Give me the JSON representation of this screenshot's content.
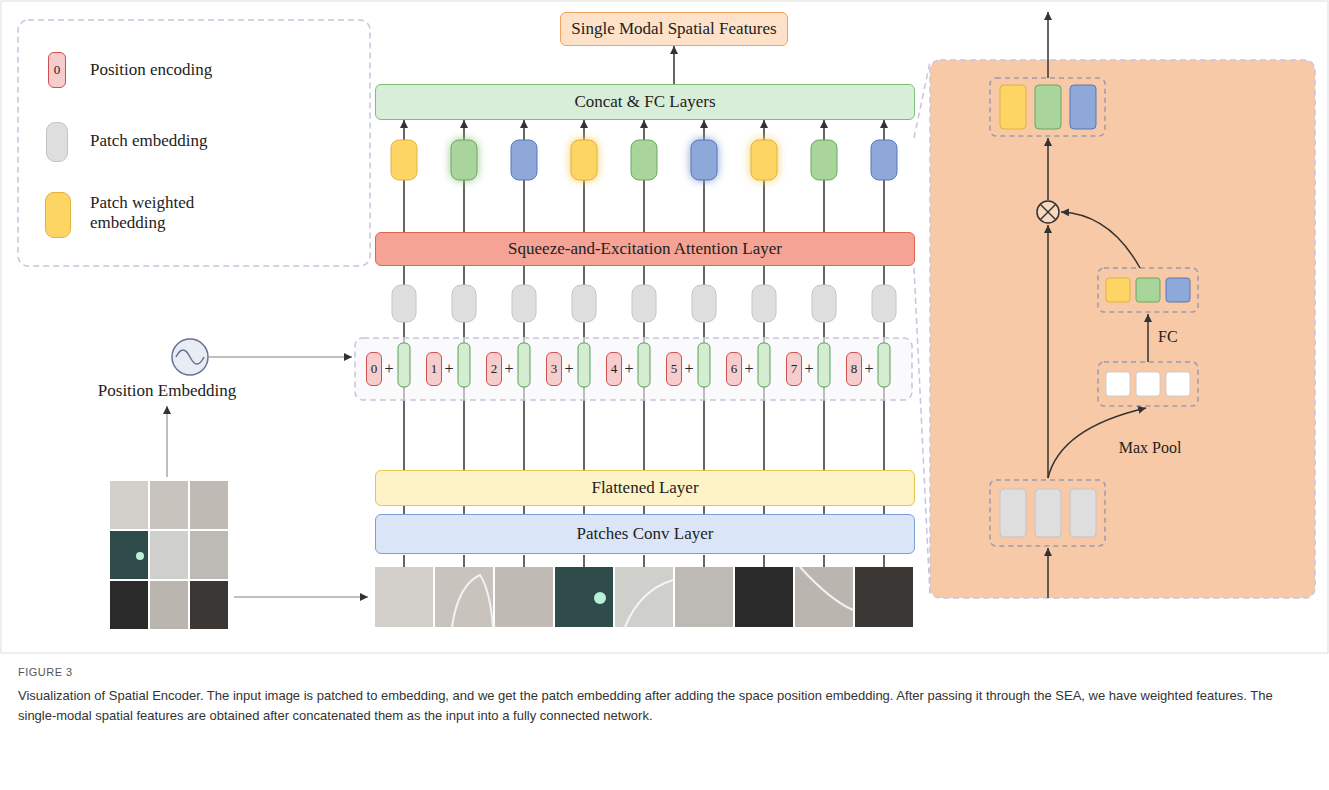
{
  "diagram": {
    "caption": "Visualization of Spatial Encoder. The input image is patched to embedding, and we get the patch embedding after adding the space position embedding. After passing it through the SEA, we have weighted features. The single-modal spatial features are obtained after concatenated them as the input into a fully connected network.",
    "nodes": [
      {
        "text": [
          "Single Modal Spatial Features"
        ]
      },
      {
        "text": [
          "Concat & FC Layers"
        ]
      },
      {
        "text": [
          "Squeeze-and-Excitation Attention Layer"
        ]
      },
      {
        "text": [
          "0"
        ]
      },
      {
        "text": [
          "1"
        ]
      },
      {
        "text": [
          "2"
        ]
      },
      {
        "text": [
          "3"
        ]
      },
      {
        "text": [
          "4"
        ]
      },
      {
        "text": [
          "5"
        ]
      },
      {
        "text": [
          "6"
        ]
      },
      {
        "text": [
          "7"
        ]
      },
      {
        "text": [
          "8"
        ]
      },
      {
        "text": [
          "Flattened Layer"
        ]
      },
      {
        "text": [
          "Patches Conv Layer"
        ]
      }
    ],
    "edges": [
      {
        "from": 1,
        "to": 0,
        "arrow": "to"
      },
      {
        "from": 2,
        "to": 1,
        "arrow": "to"
      },
      {
        "from": 2,
        "to": 1,
        "arrow": "to"
      },
      {
        "from": 2,
        "to": 1,
        "arrow": "to"
      },
      {
        "from": 2,
        "to": 1,
        "arrow": "to"
      },
      {
        "from": 2,
        "to": 1,
        "arrow": "to"
      },
      {
        "from": 2,
        "to": 1,
        "arrow": "to"
      },
      {
        "from": 2,
        "to": 1,
        "arrow": "to"
      },
      {
        "from": 2,
        "to": 1,
        "arrow": "to"
      },
      {
        "from": 2,
        "to": 1,
        "arrow": "to"
      },
      {
        "from": 12,
        "to": 2,
        "arrow": "none"
      },
      {
        "from": 12,
        "to": 2,
        "arrow": "none"
      },
      {
        "from": 12,
        "to": 2,
        "arrow": "none"
      },
      {
        "from": 12,
        "to": 2,
        "arrow": "none"
      },
      {
        "from": 12,
        "to": 2,
        "arrow": "none"
      },
      {
        "from": 12,
        "to": 2,
        "arrow": "none"
      },
      {
        "from": 12,
        "to": 2,
        "arrow": "none"
      },
      {
        "from": 12,
        "to": 2,
        "arrow": "none"
      },
      {
        "from": 12,
        "to": 2,
        "arrow": "none"
      },
      {
        "from": 13,
        "to": 12,
        "arrow": "none"
      },
      {
        "from": 13,
        "to": 12,
        "arrow": "none"
      },
      {
        "from": 13,
        "to": 12,
        "arrow": "none"
      },
      {
        "from": 13,
        "to": 12,
        "arrow": "none"
      },
      {
        "from": 13,
        "to": 12,
        "arrow": "none"
      },
      {
        "from": 13,
        "to": 12,
        "arrow": "none"
      },
      {
        "from": 13,
        "to": 12,
        "arrow": "none"
      },
      {
        "from": 13,
        "to": 12,
        "arrow": "none"
      },
      {
        "from": 13,
        "to": 12,
        "arrow": "none"
      }
    ],
    "labels": [
      "0",
      "+",
      "+",
      "+",
      "+",
      "+",
      "+",
      "+",
      "+",
      "+",
      "Position Embedding",
      "FC",
      "Max Pool",
      "FIGURE 3"
    ],
    "legend": [
      {
        "text": "Position encoding",
        "color": "#f7cccc"
      },
      {
        "text": "Patch embedding",
        "color": "#dedede"
      },
      {
        "text": "Patch weighted embedding",
        "color": "#fcd565"
      }
    ]
  }
}
